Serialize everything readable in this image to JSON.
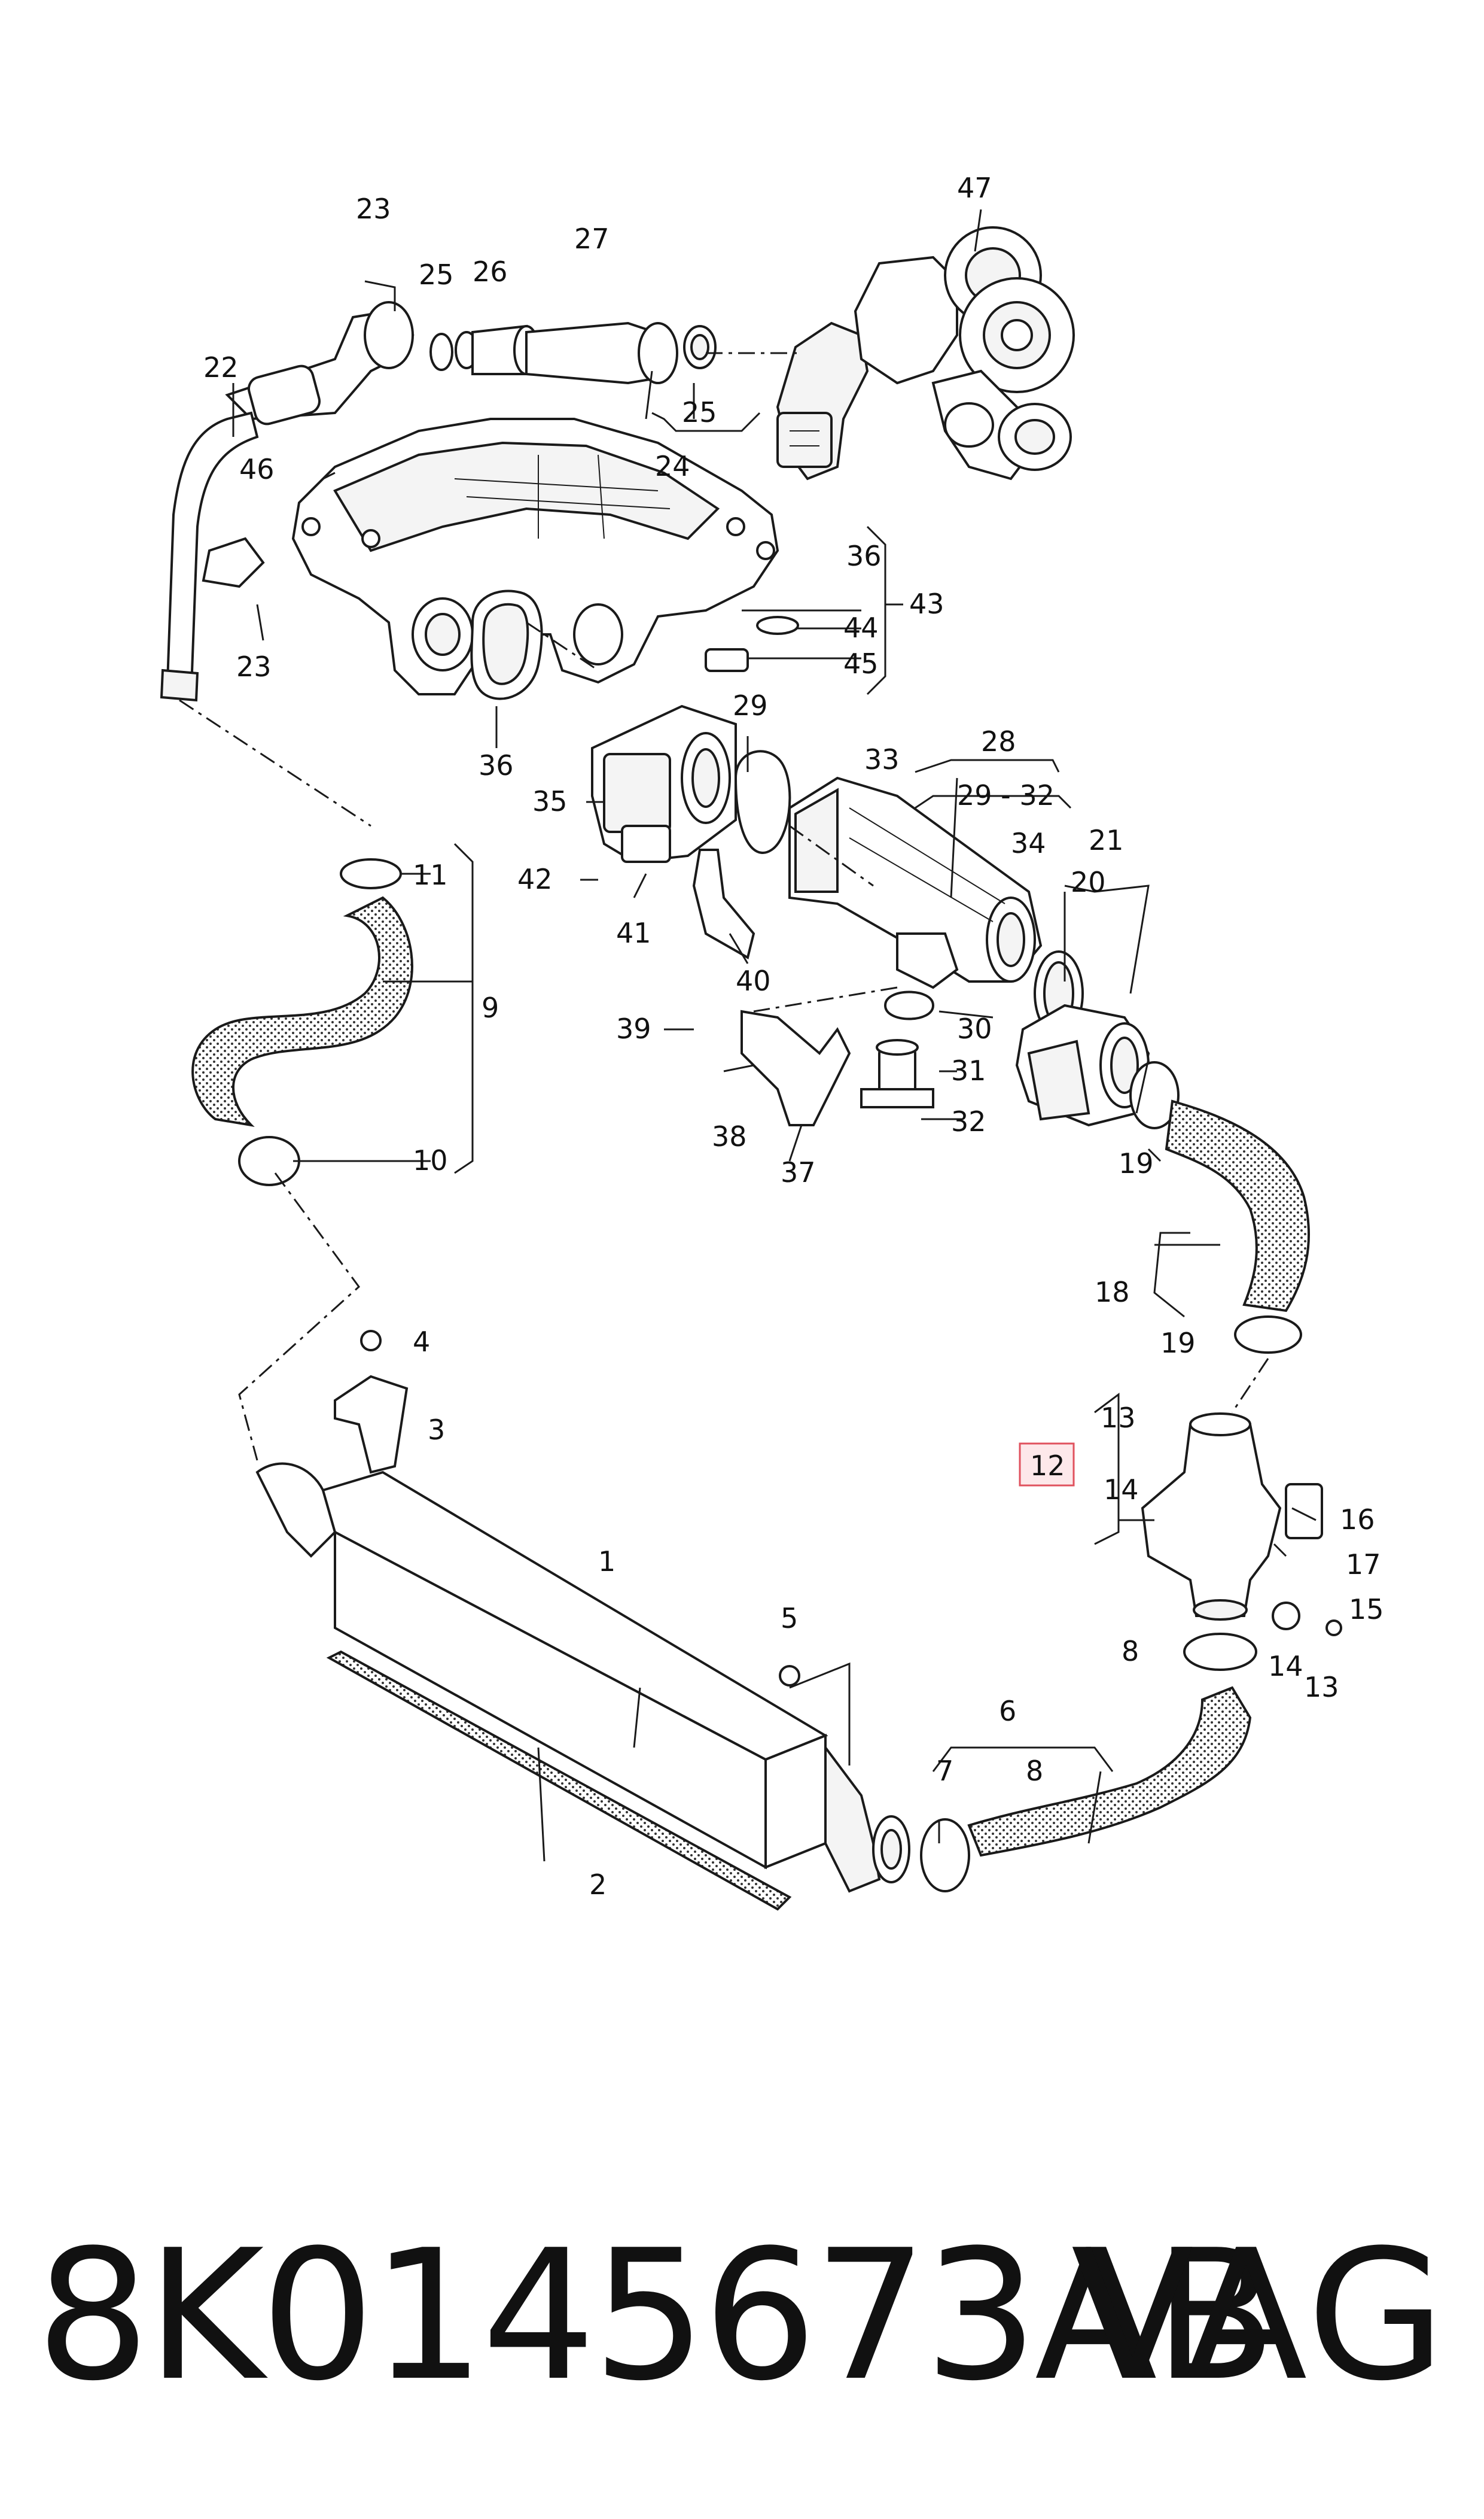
{
  "diagram": {
    "labels": {
      "p1": "1",
      "p2": "2",
      "p3": "3",
      "p4": "4",
      "p5": "5",
      "p6": "6",
      "p7": "7",
      "p8a": "8",
      "p8b": "8",
      "p9": "9",
      "p10": "10",
      "p11": "11",
      "p12": "12",
      "p13a": "13",
      "p13b": "13",
      "p14a": "14",
      "p14b": "14",
      "p15": "15",
      "p16": "16",
      "p17": "17",
      "p18": "18",
      "p19a": "19",
      "p19b": "19",
      "p20": "20",
      "p21": "21",
      "p22": "22",
      "p23a": "23",
      "p23b": "23",
      "p24": "24",
      "p25a": "25",
      "p25b": "25",
      "p26": "26",
      "p27": "27",
      "p28": "28",
      "p29": "29",
      "p2932": "29 - 32",
      "p30": "30",
      "p31": "31",
      "p32": "32",
      "p33": "33",
      "p34": "34",
      "p35": "35",
      "p36a": "36",
      "p36b": "36",
      "p37": "37",
      "p38": "38",
      "p39": "39",
      "p40": "40",
      "p41": "41",
      "p42": "42",
      "p43": "43",
      "p44": "44",
      "p45": "45",
      "p46": "46",
      "p47": "47"
    }
  },
  "footer": {
    "part_number": "8K0145673AB",
    "brand": "VAG"
  }
}
